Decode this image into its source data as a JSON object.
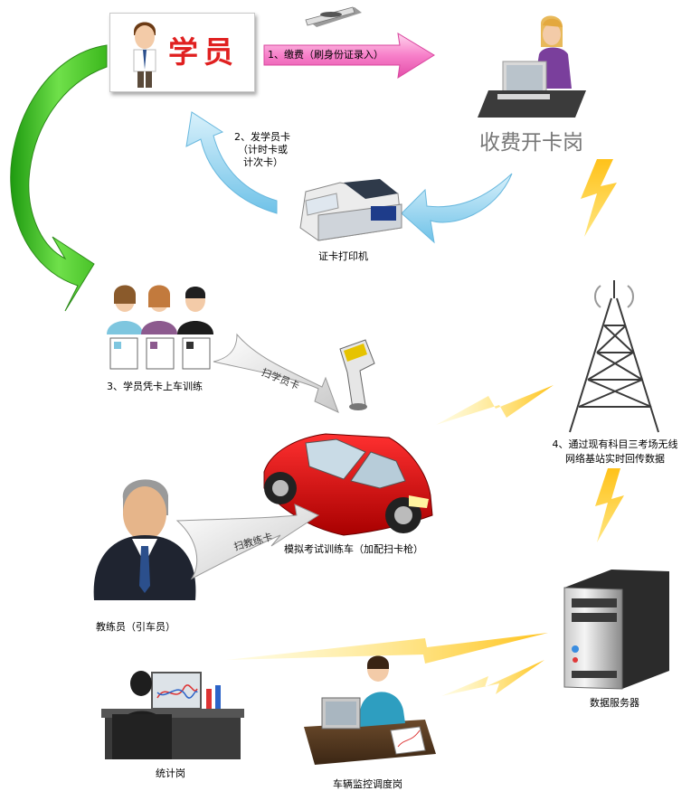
{
  "student": {
    "title": "学员"
  },
  "fee_station": {
    "title": "收费开卡岗"
  },
  "arrows": {
    "pay": "1、缴费（刷身份证录入）",
    "issue_card": [
      "2、发学员卡",
      "（计时卡或",
      "计次卡）"
    ],
    "scan_student_card": "扫学员卡",
    "scan_coach_card": "扫教练卡"
  },
  "nodes": {
    "card_printer": "证卡打印机",
    "students_board": "3、学员凭卡上车训练",
    "training_car": "模拟考试训练车（加配扫卡枪）",
    "coach": "教练员（引车员）",
    "tower": [
      "4、通过现有科目三考场无线",
      "网络基站实时回传数据"
    ],
    "data_server": "数据服务器",
    "stats_station": "统计岗",
    "monitor_station": "车辆监控调度岗"
  }
}
